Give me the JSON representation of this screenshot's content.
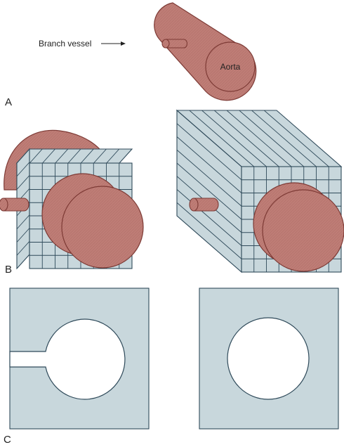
{
  "figure": {
    "panel_labels": [
      "A",
      "B",
      "C"
    ],
    "callouts": {
      "branch_vessel": "Branch vessel",
      "aorta": "Aorta"
    },
    "colors": {
      "vessel_fill": "#be7d76",
      "vessel_stroke": "#7d3a35",
      "tissue_fill": "#c8d7dc",
      "tissue_line": "#2f4a5a"
    }
  }
}
